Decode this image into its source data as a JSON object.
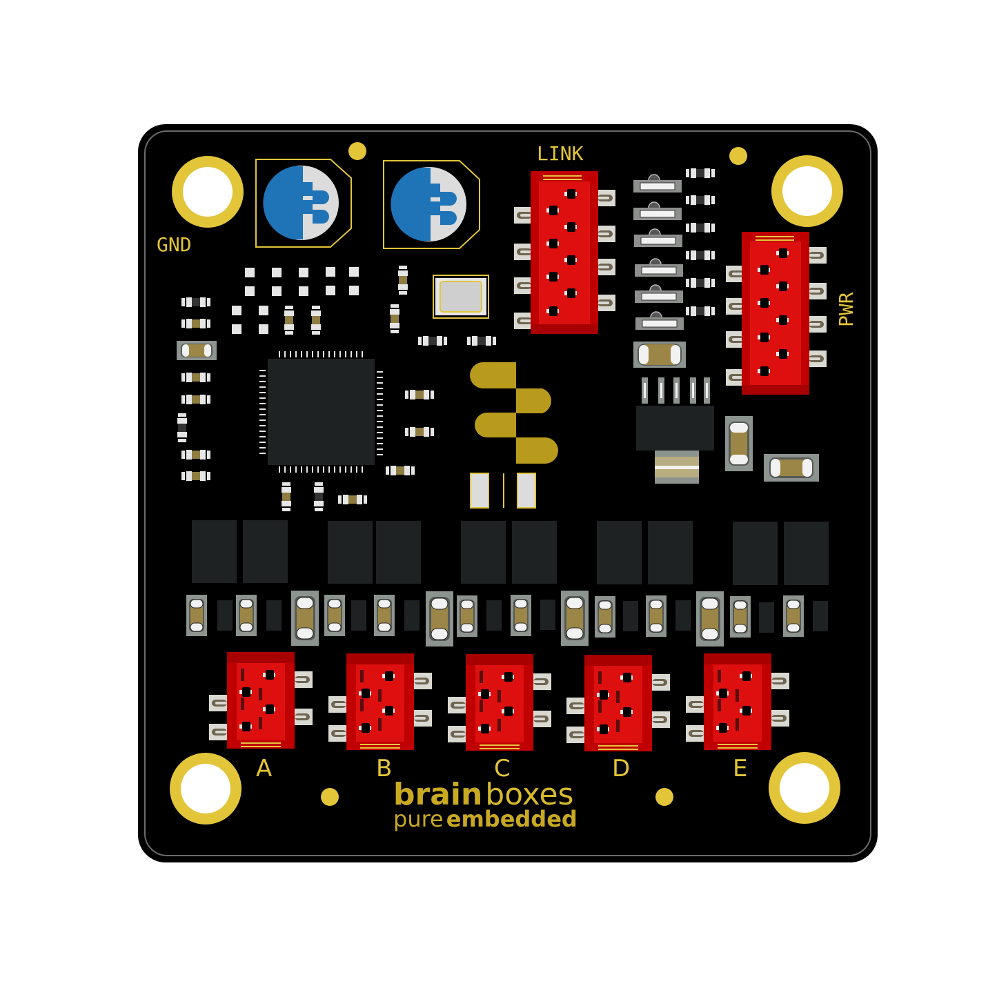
{
  "board": {
    "name": "brainboxes pure embedded PCB",
    "colors": {
      "pcb": "#000000",
      "silkscreen": "#e3c53a",
      "logo_gold": "#b89a1c",
      "connector_red": "#cc0000",
      "chip": "#1f2223",
      "pad": "#dedede",
      "cap_body": "#9b8647",
      "blue_logo": "#1f73b7"
    }
  },
  "labels": {
    "gnd": "GND",
    "link": "LINK",
    "pwr": "PWR",
    "ports": [
      "A",
      "B",
      "C",
      "D",
      "E"
    ]
  },
  "branding": {
    "brand_bold": "brain",
    "brand_light": "boxes",
    "tagline_light": "pure",
    "tagline_bold": "embedded"
  },
  "connectors": [
    {
      "id": "link",
      "label": "LINK",
      "pins": 10
    },
    {
      "id": "pwr",
      "label": "PWR",
      "pins": 10
    },
    {
      "id": "port-a",
      "label": "A",
      "pins": 6
    },
    {
      "id": "port-b",
      "label": "B",
      "pins": 6
    },
    {
      "id": "port-c",
      "label": "C",
      "pins": 6
    },
    {
      "id": "port-d",
      "label": "D",
      "pins": 6
    },
    {
      "id": "port-e",
      "label": "E",
      "pins": 6
    }
  ]
}
